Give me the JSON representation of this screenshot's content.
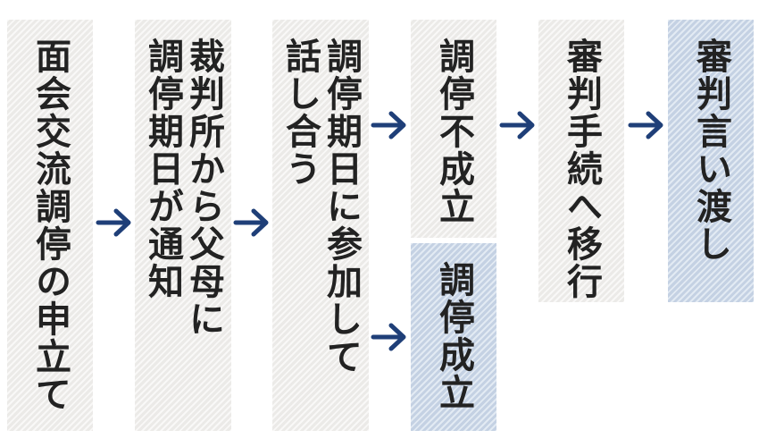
{
  "steps": {
    "step1": "面会交流調停の申立て",
    "step2": "裁判所から父母に\n調停期日が通知",
    "step3": "調停期日に参加して\n話し合う",
    "step4a": "調停不成立",
    "step4b": "調停成立",
    "step5": "審判手続へ移行",
    "step6": "審判言い渡し"
  },
  "colors": {
    "box_gray": "#f1f0ed",
    "box_blue": "#cad8ea",
    "arrow": "#1f3f78",
    "text": "#222222"
  },
  "icons": {
    "arrow": "right-arrow-icon"
  }
}
